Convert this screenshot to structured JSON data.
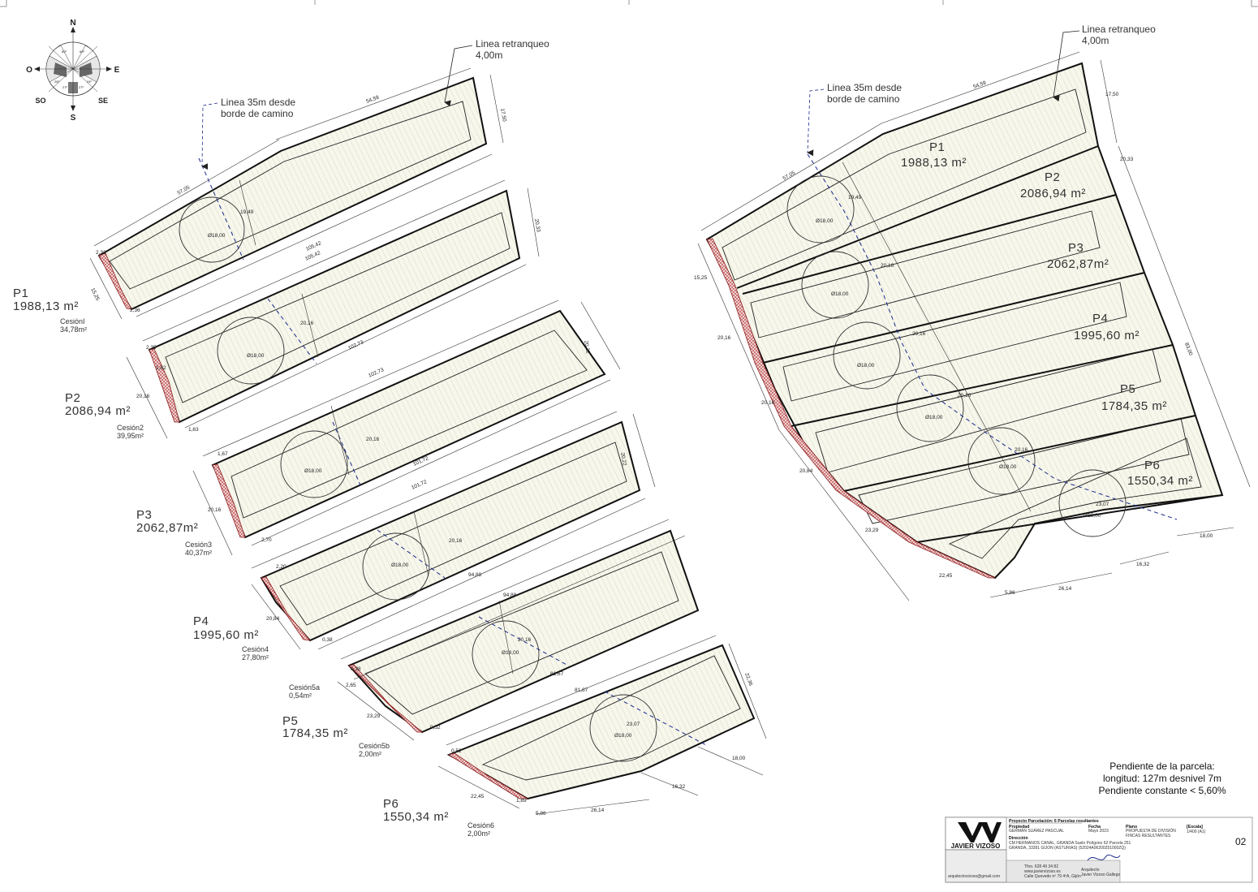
{
  "compass": {
    "north": "N",
    "south": "S",
    "east": "E",
    "west": "O",
    "southwest": "SO",
    "southeast": "SE",
    "angles": [
      "60º",
      "60º",
      "26º",
      "24º",
      "27º",
      "27º"
    ]
  },
  "annotations": {
    "setback_line": [
      "Linea retranqueo",
      "4,00m"
    ],
    "road_line": [
      "Linea 35m desde",
      "borde de camino"
    ]
  },
  "left_plan": {
    "parcels": [
      {
        "id": "P1",
        "area": "1988,13 m²",
        "cession_label": "CesiónI",
        "cession_area": "34,78m²"
      },
      {
        "id": "P2",
        "area": "2086,94 m²",
        "cession_label": "Cesión2",
        "cession_area": "39,95m²"
      },
      {
        "id": "P3",
        "area": "2062,87m²",
        "cession_label": "Cesión3",
        "cession_area": "40,37m²"
      },
      {
        "id": "P4",
        "area": "1995,60 m²",
        "cession_label": "Cesión4",
        "cession_area": "27,80m²"
      },
      {
        "id": "P5",
        "area": "1784,35 m²",
        "cession_label": "Cesión5b",
        "cession_area": "2,00m²"
      },
      {
        "id": "P6",
        "area": "1550,34 m²",
        "cession_label": "Cesión6",
        "cession_area": "2,00m²"
      }
    ],
    "cession5a": {
      "label": "Cesión5a",
      "area": "0,54m²"
    },
    "dimensions": {
      "p1": [
        "57,05",
        "54,59",
        "17,50",
        "19,49",
        "105,42",
        "15,25",
        "2,32",
        "2,36"
      ],
      "p2": [
        "105,42",
        "20,33",
        "20,16",
        "102,73",
        "20,16",
        "2,35",
        "1,62",
        "1,63"
      ],
      "p3": [
        "102,73",
        "20,22",
        "20,16",
        "101,72",
        "20,16",
        "1,67",
        "2,70"
      ],
      "p4": [
        "101,72",
        "20,22",
        "20,16",
        "94,88",
        "20,84",
        "2,20",
        "0,38"
      ],
      "p5": [
        "94,88",
        "20,16",
        "81,67",
        "22,36",
        "23,29",
        "0,38",
        "2,65",
        "0,52"
      ],
      "p6": [
        "81,67",
        "23,07",
        "18,00",
        "16,32",
        "26,14",
        "22,45",
        "5,86",
        "0,52",
        "1,89"
      ],
      "circle": "Ø18,00"
    }
  },
  "right_plan": {
    "parcels": [
      {
        "id": "P1",
        "area": "1988,13 m²"
      },
      {
        "id": "P2",
        "area": "2086,94 m²"
      },
      {
        "id": "P3",
        "area": "2062,87m²"
      },
      {
        "id": "P4",
        "area": "1995,60 m²"
      },
      {
        "id": "P5",
        "area": "1784,35 m²"
      },
      {
        "id": "P6",
        "area": "1550,34 m²"
      }
    ],
    "dimensions": [
      "57,05",
      "54,59",
      "17,50",
      "20,33",
      "83,00",
      "19,49",
      "20,16",
      "20,16",
      "20,16",
      "20,16",
      "20,16",
      "15,25",
      "20,16",
      "20,16",
      "20,84",
      "23,29",
      "22,45",
      "5,86",
      "26,14",
      "16,32",
      "18,00",
      "23,07"
    ]
  },
  "slope_note": [
    "Pendiente de la parcela:",
    "longitud: 127m desnivel 7m",
    "Pendiente constante  < 5,60%"
  ],
  "title_block": {
    "firm_name": "JAVIER VIZOSO",
    "project_label": "Proyecto Parcelación: 6 Parcelas resultantes",
    "owner_label": "Propiedad",
    "owner_value": "GERMÁN SUÁREZ PASCUAL",
    "date_label": "Fecha",
    "date_value": "Mayo 2023",
    "plan_label": "Plano",
    "plan_value": [
      "PROPUESTA DE DIVISIÓN",
      "FINCAS RESULTANTES"
    ],
    "scale_label": "[Escala]",
    "scale_value": "1/400 (A1)",
    "address_label": "Dirección",
    "address_value": [
      "CM HERMANOS CANAL, GRANDA Suelo Polígono 62 Parcela 251",
      "GRANDA, 33391 GIJON (ASTURIAS) (52024A06200251000ZQ)"
    ],
    "contact": [
      "Tfno. 628 49 34 82",
      "www.javiervizoso.es",
      "Calle Quevedo nº 79 4ºA, Gijón"
    ],
    "email": "arquitectovizoso@gmail.com",
    "architect_label": "Arquitecto",
    "architect_name": "Javier Vizoso Gallego",
    "sheet_number": "02"
  }
}
